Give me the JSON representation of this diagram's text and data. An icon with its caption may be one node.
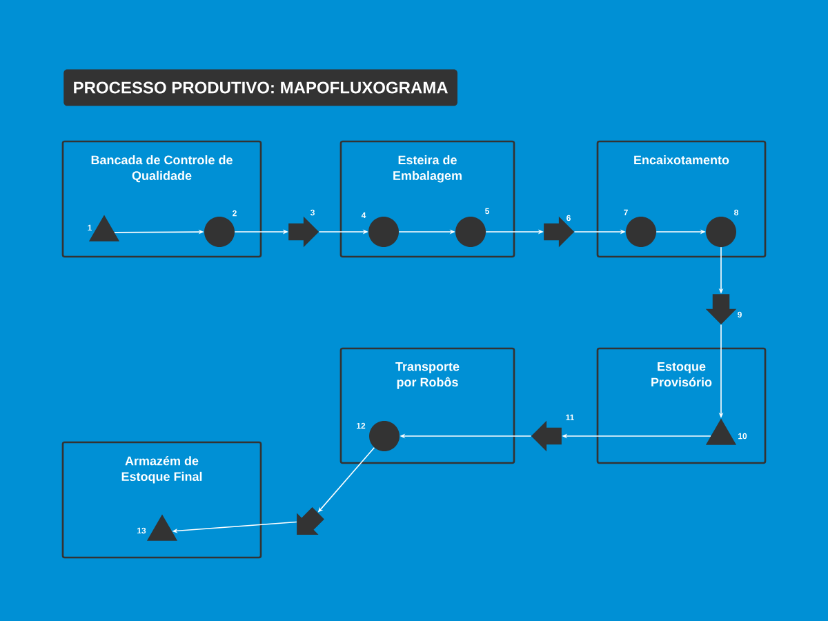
{
  "diagram": {
    "title": "PROCESSO PRODUTIVO: MAPOFLUXOGRAMA",
    "nodes": [
      {
        "text": [
          "Bancada de Controle de Qualidade"
        ]
      },
      {
        "text": [],
        "shape": "triangle",
        "in": 0,
        "beside": [
          "1"
        ]
      },
      {
        "text": [],
        "shape": "circle",
        "in": 0,
        "beside": [
          "2"
        ]
      },
      {
        "text": [],
        "shape": "arrow",
        "beside": [
          "3"
        ]
      },
      {
        "text": [
          "Esteira de Embalagem"
        ]
      },
      {
        "text": [],
        "shape": "circle",
        "in": 4,
        "beside": [
          "4"
        ]
      },
      {
        "text": [],
        "shape": "circle",
        "in": 4,
        "beside": [
          "5"
        ]
      },
      {
        "text": [],
        "shape": "arrow",
        "beside": [
          "6"
        ]
      },
      {
        "text": [
          "Encaixotamento"
        ]
      },
      {
        "text": [],
        "shape": "circle",
        "in": 8,
        "beside": [
          "7"
        ]
      },
      {
        "text": [],
        "shape": "circle",
        "in": 8,
        "beside": [
          "8"
        ]
      },
      {
        "text": [],
        "shape": "arrow",
        "beside": [
          "9"
        ]
      },
      {
        "text": [
          "Transporte por Robôs"
        ]
      },
      {
        "text": [],
        "shape": "circle",
        "in": 12,
        "beside": [
          "12"
        ]
      },
      {
        "text": [],
        "shape": "arrow",
        "beside": [
          "11"
        ]
      },
      {
        "text": [
          "Estoque Provisório"
        ]
      },
      {
        "text": [],
        "shape": "triangle",
        "in": 15,
        "beside": [
          "10"
        ]
      },
      {
        "text": [
          "Armazém de Estoque Final"
        ]
      },
      {
        "text": [],
        "shape": "arrow"
      },
      {
        "text": [],
        "shape": "triangle",
        "in": 17,
        "beside": [
          "13"
        ]
      }
    ],
    "edges": [
      {
        "from": 1,
        "to": 2,
        "arrow": "to"
      },
      {
        "from": 2,
        "to": 3,
        "arrow": "to"
      },
      {
        "from": 3,
        "to": 5,
        "arrow": "to"
      },
      {
        "from": 5,
        "to": 6,
        "arrow": "to"
      },
      {
        "from": 6,
        "to": 7,
        "arrow": "to"
      },
      {
        "from": 7,
        "to": 9,
        "arrow": "to"
      },
      {
        "from": 9,
        "to": 10,
        "arrow": "to"
      },
      {
        "from": 10,
        "to": 11,
        "arrow": "to"
      },
      {
        "from": 11,
        "to": 16,
        "arrow": "to"
      },
      {
        "from": 16,
        "to": 14,
        "arrow": "to"
      },
      {
        "from": 14,
        "to": 13,
        "arrow": "to"
      },
      {
        "from": 13,
        "to": 18,
        "arrow": "to"
      },
      {
        "from": 18,
        "to": 19,
        "arrow": "to"
      }
    ]
  }
}
